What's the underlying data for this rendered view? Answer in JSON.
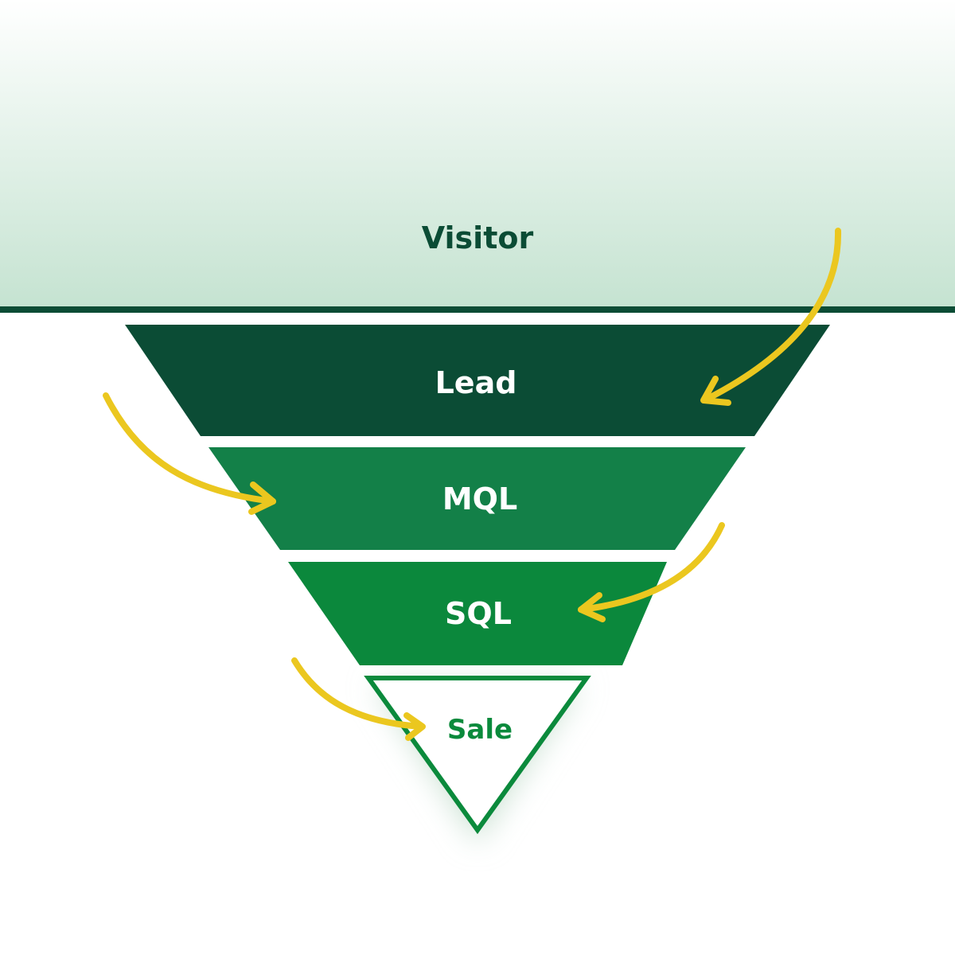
{
  "funnel": {
    "stages": [
      {
        "label": "Visitor",
        "fill": "#c5e3d1",
        "text_color": "#0b4c35"
      },
      {
        "label": "Lead",
        "fill": "#0b4c35",
        "text_color": "#ffffff"
      },
      {
        "label": "MQL",
        "fill": "#138048",
        "text_color": "#ffffff"
      },
      {
        "label": "SQL",
        "fill": "#0b883c",
        "text_color": "#ffffff"
      },
      {
        "label": "Sale",
        "fill": "#ffffff",
        "text_color": "#0b8a3c"
      }
    ],
    "arrow_color": "#ebc71f",
    "divider_color": "#0b4c35"
  }
}
